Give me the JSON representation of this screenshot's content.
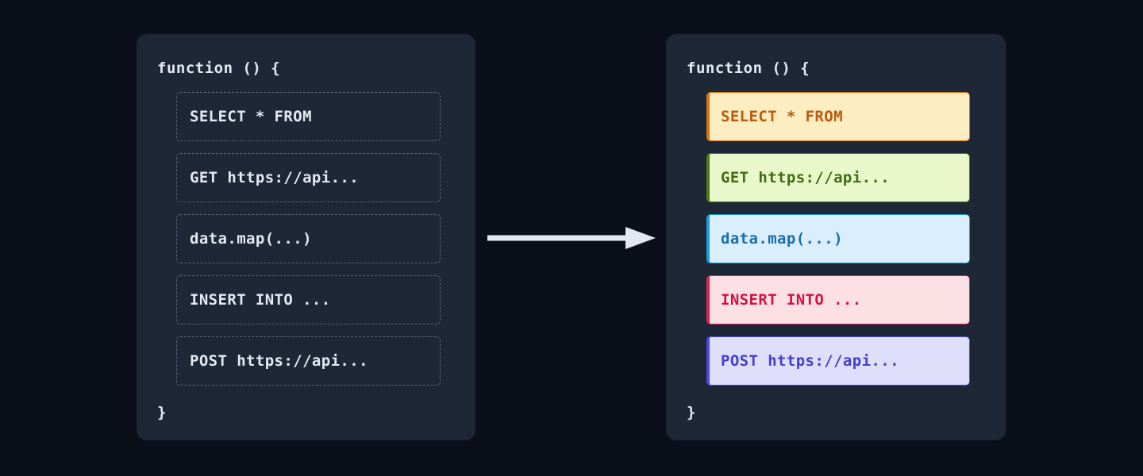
{
  "canvas": {
    "background_color": "#0b0f19",
    "panel_background_color": "#1e2736",
    "arrow_color": "#e2e8f0"
  },
  "before_panel": {
    "name": "unclassified-code-panel",
    "function_open": "function () {",
    "function_close": "}",
    "text_color": "#e4e9f1",
    "border_color": "#59637a",
    "statements": [
      {
        "text": "SELECT * FROM"
      },
      {
        "text": "GET https://api..."
      },
      {
        "text": "data.map(...)"
      },
      {
        "text": "INSERT INTO ..."
      },
      {
        "text": "POST https://api..."
      }
    ]
  },
  "after_panel": {
    "name": "classified-code-panel",
    "function_open": "function () {",
    "function_close": "}",
    "text_color": "#e4e9f1",
    "statements": [
      {
        "text": "SELECT * FROM",
        "kind": "sql-select",
        "fill": "#fdeec2",
        "stroke": "#d97316",
        "text_color": "#bb5a10"
      },
      {
        "text": "GET https://api...",
        "kind": "http-get",
        "fill": "#e9f8cb",
        "stroke": "#4d7c14",
        "text_color": "#3f6d12"
      },
      {
        "text": "data.map(...)",
        "kind": "js-transform",
        "fill": "#daeffd",
        "stroke": "#1b9fd8",
        "text_color": "#1c6da8"
      },
      {
        "text": "INSERT INTO ...",
        "kind": "sql-insert",
        "fill": "#fde0e4",
        "stroke": "#db2254",
        "text_color": "#d01345"
      },
      {
        "text": "POST https://api...",
        "kind": "http-post",
        "fill": "#dfdffb",
        "stroke": "#4f46e5",
        "text_color": "#4540c9"
      }
    ]
  },
  "arrow": {
    "name": "transform-arrow",
    "direction": "right",
    "color": "#e2e8f0"
  }
}
